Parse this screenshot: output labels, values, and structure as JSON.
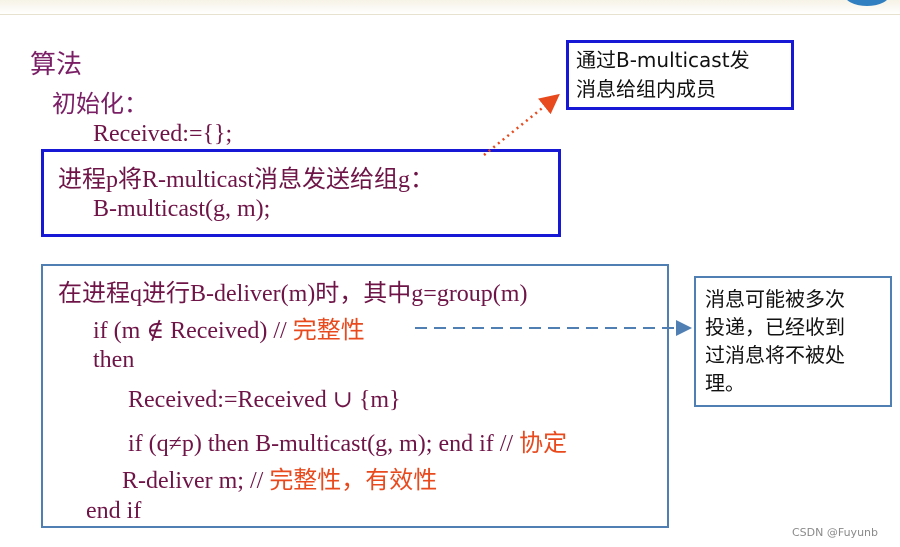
{
  "algorithm": {
    "title": "算法",
    "init_label": "初始化：",
    "received_init": "Received:={};"
  },
  "send_block": {
    "line1": "进程p将R-multicast消息发送给组g：",
    "line2": "B-multicast(g, m);"
  },
  "send_note": {
    "line1": "通过B-multicast发",
    "line2": "消息给组内成员"
  },
  "deliver_block": {
    "line1": "在进程q进行B-deliver(m)时，其中g=group(m)",
    "line2_code": "if (m ∉ Received) // ",
    "line2_comment": "完整性",
    "line3": "then",
    "line4": "Received:=Received ∪ {m}",
    "line5_code": "if (q≠p) then B-multicast(g, m); end if // ",
    "line5_comment": "协定",
    "line6_code": "R-deliver m; // ",
    "line6_comment": "完整性，有效性",
    "line7": "end if"
  },
  "deliver_note": {
    "line1": "消息可能被多次",
    "line2": "投递，已经收到",
    "line3": "过消息将不被处",
    "line4": "理。"
  },
  "watermark": "CSDN @Fuyunb",
  "colors": {
    "blue_box": "#1717d6",
    "steel_box": "#4f7fb3",
    "purple_text": "#7a1f66",
    "orange_comment": "#e8491d",
    "red_arrow": "#e8491d",
    "dashed_arrow": "#4f7fb3"
  }
}
